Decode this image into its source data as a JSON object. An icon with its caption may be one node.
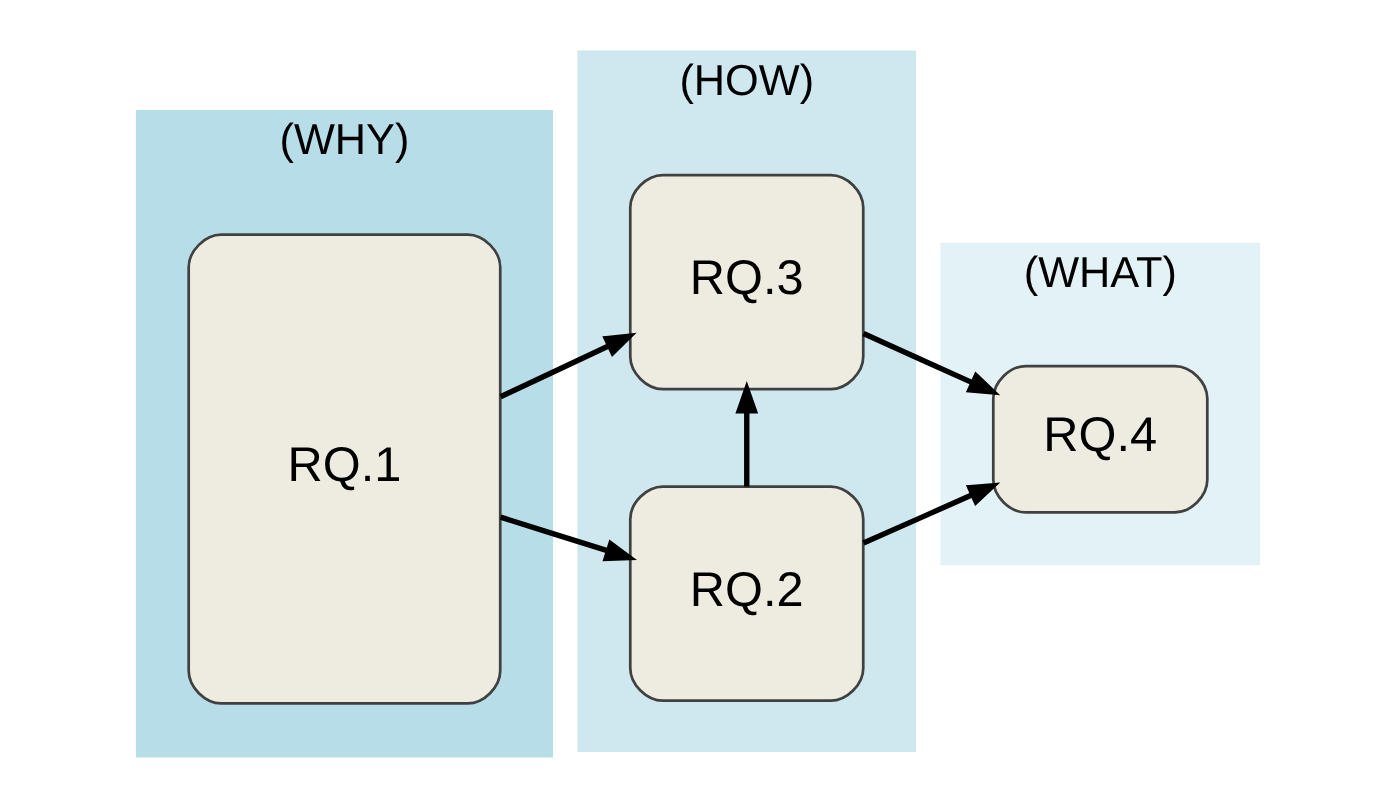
{
  "diagram": {
    "nodes": [
      {
        "text": [
          "(WHY)"
        ]
      },
      {
        "text": [
          "(HOW)"
        ]
      },
      {
        "text": [
          "(WHAT)"
        ]
      },
      {
        "text": [
          "RQ.1"
        ],
        "in": 0
      },
      {
        "text": [
          "RQ.2"
        ],
        "in": 1
      },
      {
        "text": [
          "RQ.3"
        ],
        "in": 1
      },
      {
        "text": [
          "RQ.4"
        ],
        "in": 2
      }
    ],
    "edges": [
      {
        "from": 3,
        "to": 4,
        "arrow": "to"
      },
      {
        "from": 3,
        "to": 5,
        "arrow": "to"
      },
      {
        "from": 4,
        "to": 5,
        "arrow": "to"
      },
      {
        "from": 4,
        "to": 6,
        "arrow": "to"
      },
      {
        "from": 5,
        "to": 6,
        "arrow": "to"
      }
    ]
  }
}
